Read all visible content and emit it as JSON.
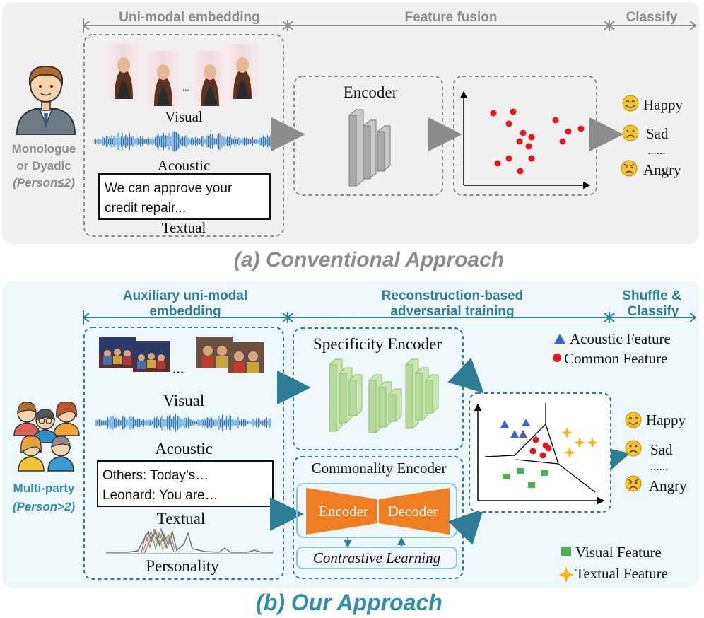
{
  "panel_a": {
    "stages": {
      "unimodal": "Uni-modal embedding",
      "fusion": "Feature fusion",
      "classify": "Classify"
    },
    "speaker": {
      "line1": "Monologue",
      "line2": "or Dyadic",
      "line3": "(Person≤2)"
    },
    "visual_label": "Visual",
    "ellipsis": "...",
    "acoustic_label": "Acoustic",
    "text_box": {
      "line1": "We can approve your",
      "line2": "credit repair..."
    },
    "textual_label": "Textual",
    "encoder_label": "Encoder",
    "emotions": {
      "happy": "Happy",
      "sad": "Sad",
      "dots": "......",
      "angry": "Angry"
    },
    "caption": "(a) Conventional Approach"
  },
  "panel_b": {
    "stages": {
      "aux_line1": "Auxiliary uni-modal",
      "aux_line2": "embedding",
      "recon_line1": "Reconstruction-based",
      "recon_line2": "adversarial training",
      "shuffle_line1": "Shuffle &",
      "shuffle_line2": "Classify"
    },
    "speaker": {
      "line1": "Multi-party",
      "line2": "(Person>2)"
    },
    "ellipsis": "...",
    "visual_label": "Visual",
    "acoustic_label": "Acoustic",
    "text_box": {
      "line1": "Others: Today’s…",
      "line2": "Leonard: You are…"
    },
    "textual_label": "Textual",
    "personality_label": "Personality",
    "specificity_label": "Specificity Encoder",
    "commonality_label": "Commonality Encoder",
    "encoder_box": "Encoder",
    "decoder_box": "Decoder",
    "contrastive_label": "Contrastive Learning",
    "legend": {
      "acoustic": "Acoustic Feature",
      "common": "Common Feature",
      "visual": "Visual Feature",
      "textual": "Textual Feature"
    },
    "emotions": {
      "happy": "Happy",
      "sad": "Sad",
      "dots": "......",
      "angry": "Angry"
    },
    "caption": "(b) Our Approach"
  },
  "colors": {
    "gray_panel": "#f0f0f0",
    "blue_panel": "#eef7f9",
    "teal": "#2f7d95",
    "gray_text": "#8c8c8c",
    "red_point": "#e8141c",
    "blue_point": "#3b66c4",
    "green_point": "#4caf50",
    "star": "#f8b616",
    "orange": "#ef7d22",
    "green_block": "#c8e6b0",
    "emoji": "#f7c52b"
  }
}
